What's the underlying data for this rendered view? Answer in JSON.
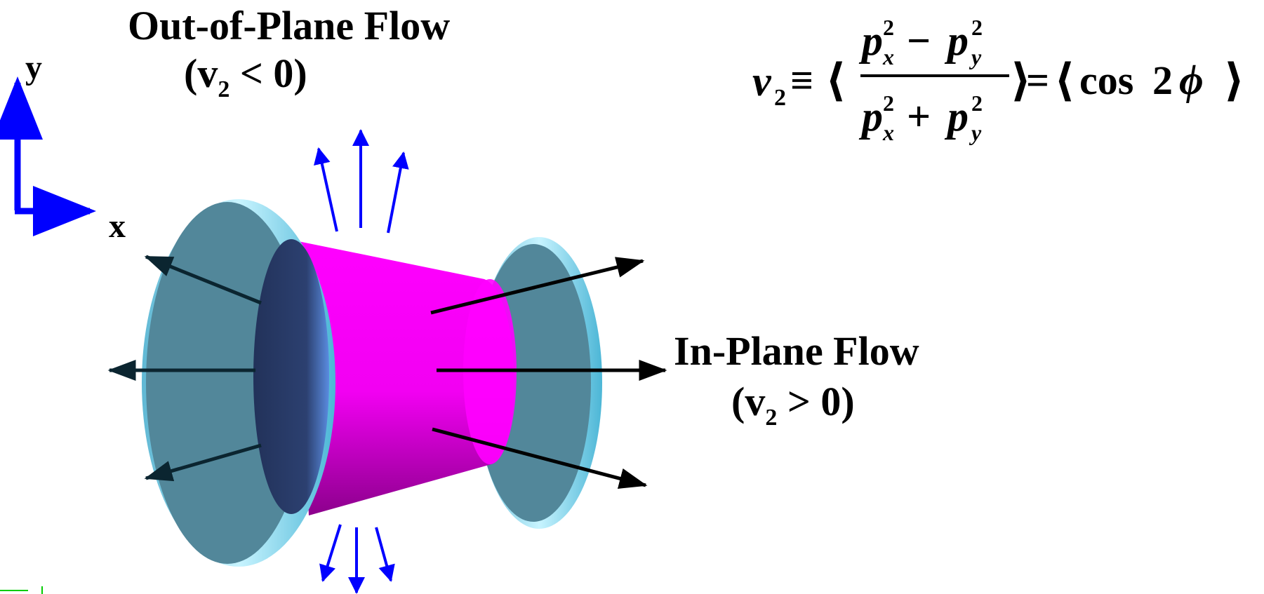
{
  "labels": {
    "out_of_plane_title": "Out-of-Plane Flow",
    "out_of_plane_cond_open": "(v",
    "out_of_plane_cond_sub": "2",
    "out_of_plane_cond_rest": " < 0)",
    "in_plane_title": "In-Plane Flow",
    "in_plane_cond_open": "(v",
    "in_plane_cond_sub": "2",
    "in_plane_cond_rest": " > 0)",
    "axis_x": "x",
    "axis_y": "y"
  },
  "equation": {
    "lhs_symbol": "v",
    "lhs_sub": "2",
    "equiv": "≡",
    "langle": "⟨",
    "rangle": "⟩",
    "p": "p",
    "sub_x": "x",
    "sub_y": "y",
    "sup_2": "2",
    "minus": "−",
    "plus": "+",
    "equals": "=",
    "rhs_cos": "cos",
    "rhs_two": "2",
    "rhs_phi": "ϕ"
  },
  "colors": {
    "disk_face": "#52879a",
    "disk_rim": "#6ed4ee",
    "disk_inner": "#263760",
    "cylinder": "#ff00ff",
    "cylinder_dark": "#9a0098",
    "axis_arrow": "#0000ff",
    "flow_arrow_black": "#000000",
    "flow_arrow_blue": "#0000ff",
    "text": "#000000"
  },
  "icons": {
    "coordinate_axes": "xy-axes-icon",
    "black_arrows": "in-plane-flow-arrows",
    "blue_arrows": "out-of-plane-flow-arrows"
  }
}
